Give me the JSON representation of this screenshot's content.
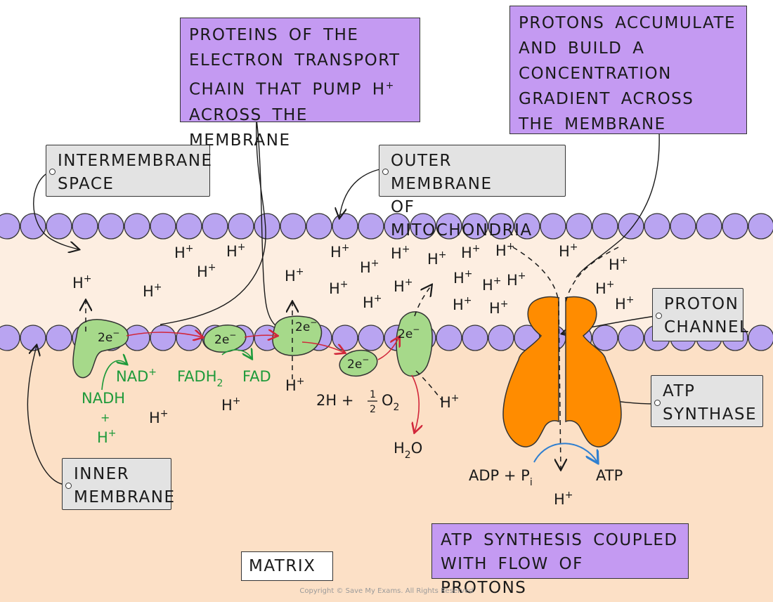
{
  "labels": {
    "proteins_etc": [
      "PROTEINS OF THE",
      "ELECTRON TRANSPORT",
      "CHAIN THAT PUMP H",
      "ACROSS THE MEMBRANE"
    ],
    "protons_accumulate": [
      "PROTONS ACCUMULATE",
      "AND BUILD A",
      "CONCENTRATION",
      "GRADIENT ACROSS",
      "THE MEMBRANE"
    ],
    "intermembrane_space": [
      "INTERMEMBRANE",
      "SPACE"
    ],
    "outer_membrane": [
      "OUTER MEMBRANE",
      "OF MITOCHONDRIA"
    ],
    "proton_channel": [
      "PROTON",
      "CHANNEL"
    ],
    "atp_synthase": [
      "ATP",
      "SYNTHASE"
    ],
    "inner_membrane": [
      "INNER",
      "MEMBRANE"
    ],
    "atp_synthesis": [
      "ATP SYNTHESIS COUPLED",
      "WITH FLOW OF PROTONS"
    ],
    "matrix": "MATRIX"
  },
  "chem": {
    "proton": "H",
    "proton_charge": "+",
    "electrons": "2e",
    "electron_charge": "−",
    "nad_plus": "NAD",
    "nadh": "NADH",
    "fadh": "FADH",
    "fadh_sub": "2",
    "fad": "FAD",
    "plus": "+",
    "two_h": "2H +",
    "half_num": "1",
    "half_den": "2",
    "o2": "O",
    "o2_sub": "2",
    "water": "H",
    "water_sub": "2",
    "water_o": "O",
    "adp": "ADP + P",
    "pi_sub": "i",
    "atp": "ATP"
  },
  "copyright": "Copyright © Save My Exams. All Rights Reserved",
  "colors": {
    "membrane_bead": "#b9a4f1",
    "protein": "#a6d98a",
    "atp_synthase": "#ff8c00",
    "electron_arrow": "#d1263a",
    "green_text": "#1e9a3a",
    "blue_arrow": "#2f7fd0",
    "intermembrane_bg": "#fdeee1",
    "matrix_bg": "#fce0c6"
  }
}
